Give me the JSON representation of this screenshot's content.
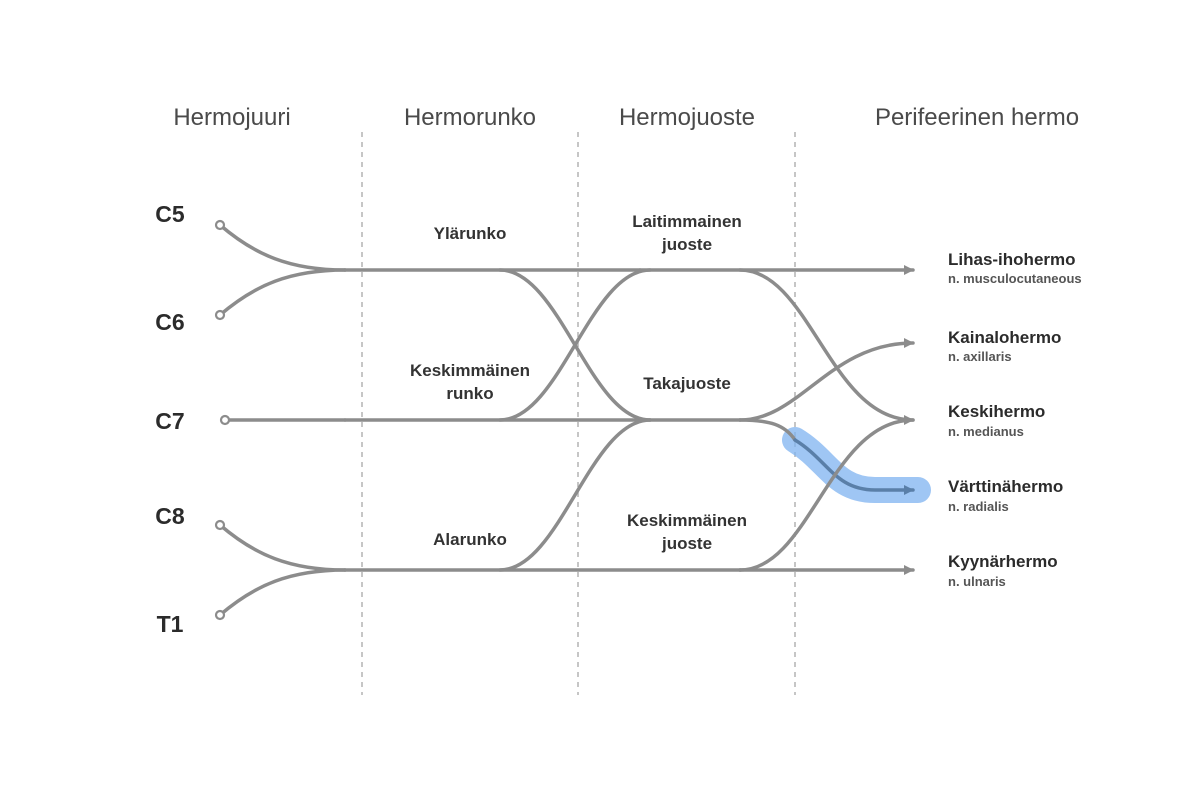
{
  "headers": {
    "root": "Hermojuuri",
    "trunk": "Hermorunko",
    "cord": "Hermojuoste",
    "peripheral": "Perifeerinen hermo"
  },
  "roots": [
    "C5",
    "C6",
    "C7",
    "C8",
    "T1"
  ],
  "trunks": {
    "upper": "Ylärunko",
    "middle_line1": "Keskimmäinen",
    "middle_line2": "runko",
    "lower": "Alarunko"
  },
  "cords": {
    "lateral_line1": "Laitimmainen",
    "lateral_line2": "juoste",
    "posterior": "Takajuoste",
    "medial_line1": "Keskimmäinen",
    "medial_line2": "juoste"
  },
  "nerves": [
    {
      "name": "Lihas-ihohermo",
      "latin": "n. musculocutaneous"
    },
    {
      "name": "Kainalohermo",
      "latin": "n. axillaris"
    },
    {
      "name": "Keskihermo",
      "latin": "n. medianus"
    },
    {
      "name": "Värttinähermo",
      "latin": "n. radialis"
    },
    {
      "name": "Kyynärhermo",
      "latin": "n. ulnaris"
    }
  ],
  "colors": {
    "path": "#8c8c8c",
    "highlight": "#7fb3f0",
    "highlight_path": "#5a7fa8",
    "divider": "#b8b8b8"
  },
  "highlighted_nerve": "Värttinähermo"
}
